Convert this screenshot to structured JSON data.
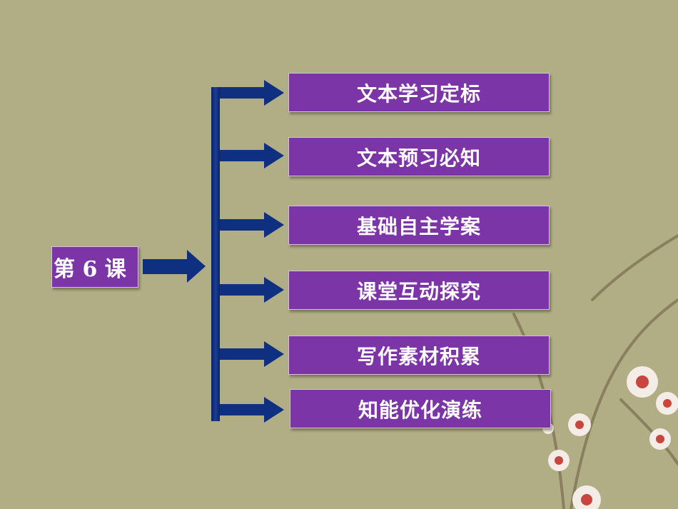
{
  "root": {
    "label": "第 6 课"
  },
  "items": [
    {
      "label": "文本学习定标"
    },
    {
      "label": "文本预习必知"
    },
    {
      "label": "基础自主学案"
    },
    {
      "label": "课堂互动探究"
    },
    {
      "label": "写作素材积累"
    },
    {
      "label": "知能优化演练"
    }
  ],
  "colors": {
    "background": "#b1ad85",
    "box_fill": "#7b35a6",
    "connector": "#0c2a78"
  }
}
